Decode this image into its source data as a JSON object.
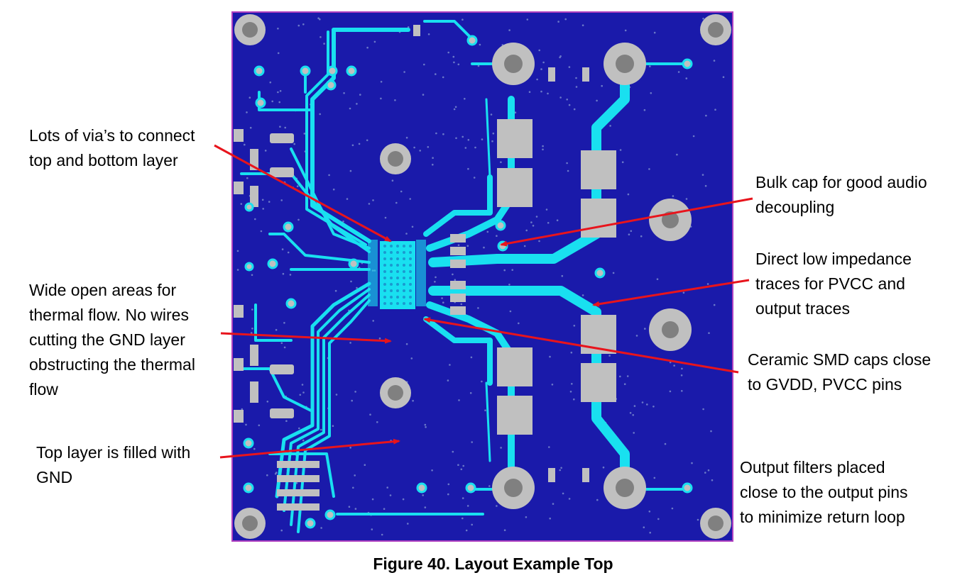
{
  "figure": {
    "caption": "Figure 40.  Layout Example Top"
  },
  "colors": {
    "ground_pour": "#1a1aaa",
    "trace": "#19e0f0",
    "pad": "#c0c0c0",
    "board_outline": "#b040c0",
    "arrow": "#e8141c"
  },
  "callouts": [
    {
      "id": "vias",
      "lines": [
        "Lots of via’s to connect",
        "top and bottom layer"
      ]
    },
    {
      "id": "bulk-cap",
      "lines": [
        "Bulk cap for good audio",
        "decoupling"
      ]
    },
    {
      "id": "traces",
      "lines": [
        "Direct low impedance",
        "traces for PVCC and",
        "output traces"
      ]
    },
    {
      "id": "thermal",
      "lines": [
        "Wide open areas for",
        "thermal flow. No wires",
        "cutting the GND layer",
        "obstructing the thermal",
        "flow"
      ]
    },
    {
      "id": "ceramic",
      "lines": [
        "Ceramic SMD caps close",
        "to GVDD, PVCC pins"
      ]
    },
    {
      "id": "top-layer",
      "lines": [
        "Top layer is filled with",
        "GND"
      ]
    },
    {
      "id": "filters",
      "lines": [
        "Output filters placed",
        "close to the output pins",
        "to minimize return loop"
      ]
    }
  ]
}
